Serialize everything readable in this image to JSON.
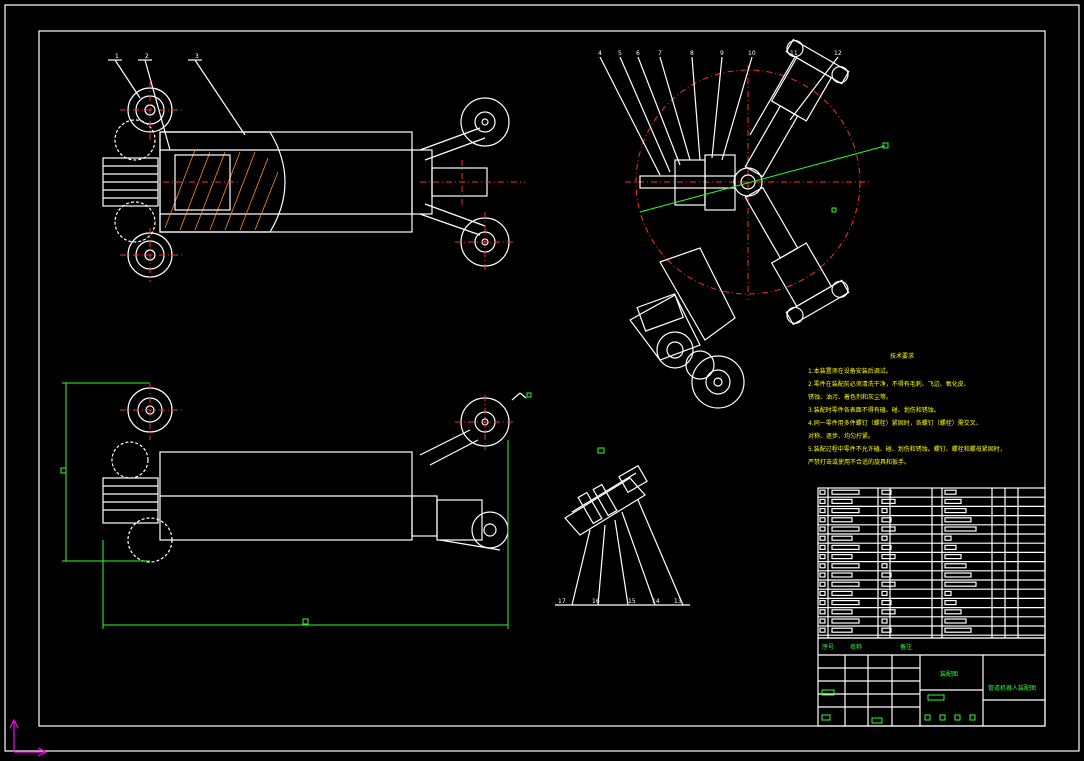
{
  "part_labels_top": [
    "1",
    "2",
    "3"
  ],
  "part_labels_right": [
    "4",
    "5",
    "6",
    "7",
    "8",
    "9",
    "10",
    "11",
    "12"
  ],
  "part_labels_bottom": [
    "17",
    "16",
    "15",
    "14",
    "13"
  ],
  "notes_title": "技术要求",
  "notes": [
    "1.本装置须在设备安装后调试。",
    "2.零件在装配前必须清洗干净，不得有毛刺、飞边、氧化皮、",
    "  锈蚀、油污、着色剂和灰尘等。",
    "3.装配时零件各表面不得有磕、碰、划伤和锈蚀。",
    "4.同一零件用多件螺钉（螺栓）紧固时，各螺钉（螺栓）需交叉、",
    "  对称、逐步、均匀拧紧。",
    "5.装配过程中零件不允许磕、碰、划伤和锈蚀。螺钉、螺栓和螺母紧固时，",
    "  严禁打击或使用不合适的旋具和扳手。"
  ],
  "title_block": {
    "drawing_name": "装配图",
    "drawing_title": "管道机器人装配图",
    "header_cells": [
      "序号",
      "名称",
      "备注"
    ]
  },
  "colors": {
    "line": "#ffffff",
    "center_line": "#ff2a2a",
    "dimension": "#2aff2a",
    "annotation": "#ffff00",
    "axis": "#ff00ff"
  }
}
